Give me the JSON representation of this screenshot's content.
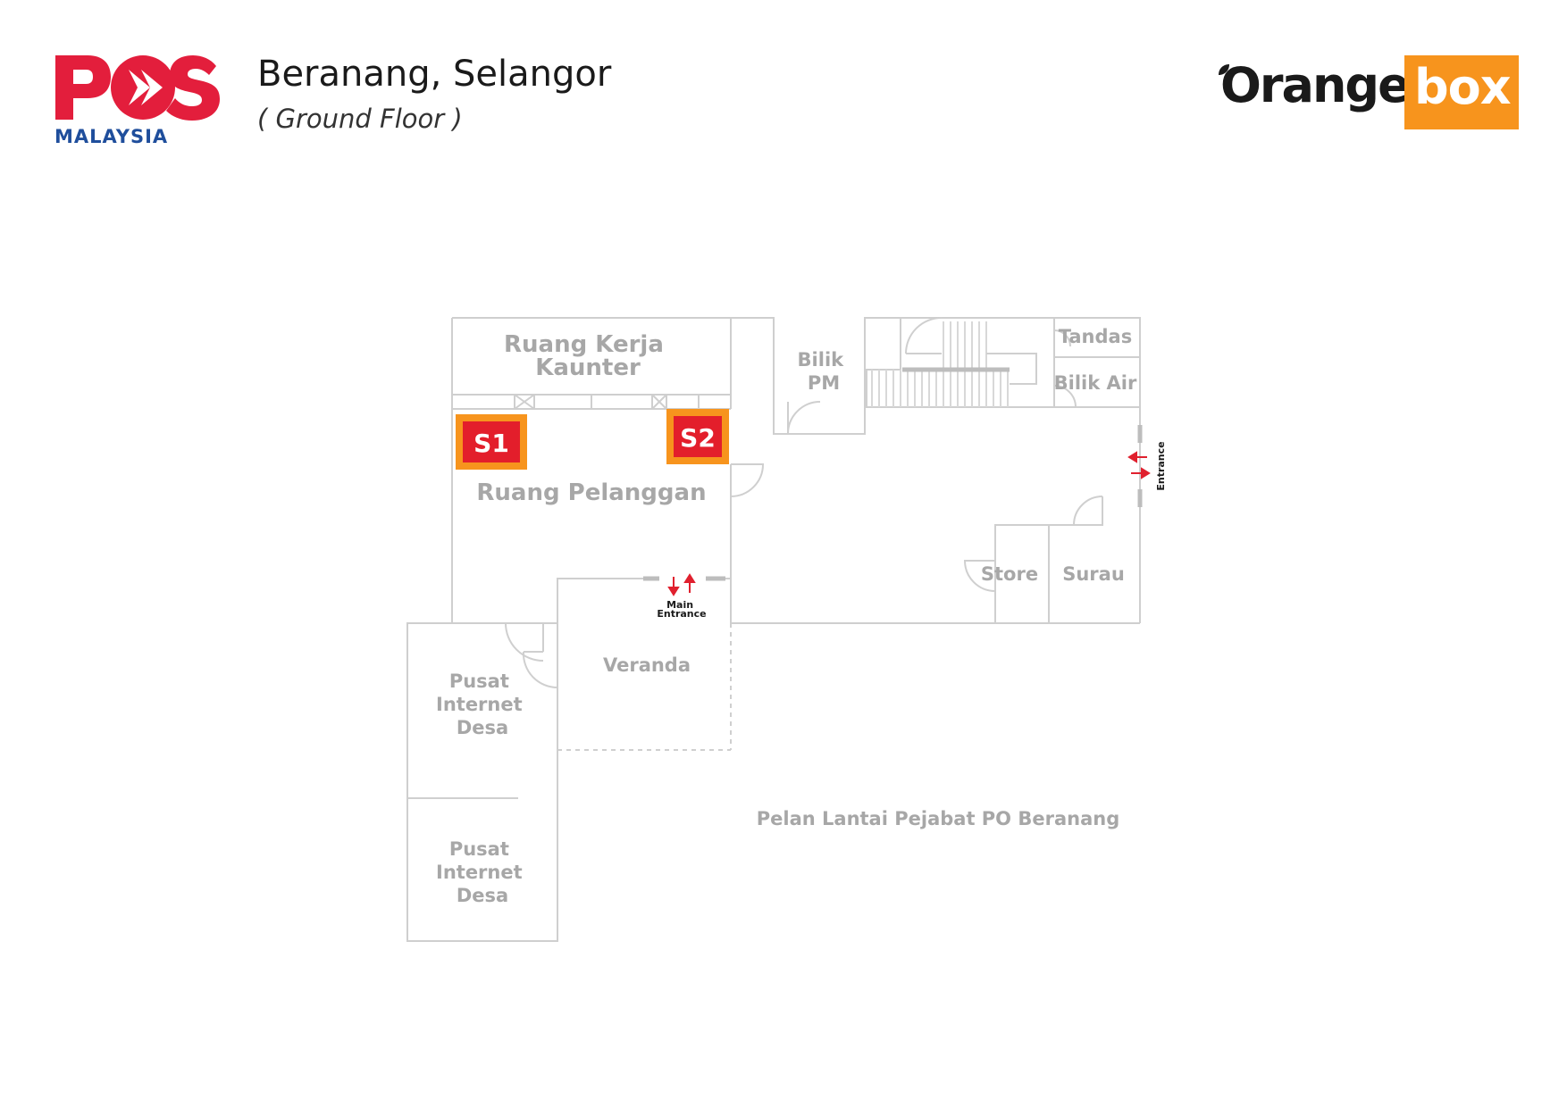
{
  "header": {
    "title": "Beranang, Selangor",
    "subtitle": "( Ground Floor )"
  },
  "logos": {
    "pos_brand": "POS",
    "pos_country": "MALAYSIA",
    "partner_word": "Orange",
    "partner_box": "box"
  },
  "colors": {
    "pos_red": "#e31e3c",
    "pos_blue": "#1f4e9c",
    "orange": "#f7941d",
    "kiosk_red": "#e31e2b",
    "wall_gray": "#cfcfcf",
    "label_gray": "#a7a7a7",
    "arrow_red": "#e0202e"
  },
  "rooms": {
    "counter_work": [
      "Ruang Kerja",
      "Kaunter"
    ],
    "customer_area": "Ruang Pelanggan",
    "manager_room": [
      "Bilik",
      "PM"
    ],
    "toilet": "Tandas",
    "washroom": "Bilik Air",
    "store": "Store",
    "prayer_room": "Surau",
    "veranda": "Veranda",
    "internet_centre_1": [
      "Pusat",
      "Internet",
      "Desa"
    ],
    "internet_centre_2": [
      "Pusat",
      "Internet",
      "Desa"
    ]
  },
  "markers": {
    "kiosk_1": "S1",
    "kiosk_2": "S2"
  },
  "entrances": {
    "main": [
      "Main",
      "Entrance"
    ],
    "side": "Entrance"
  },
  "caption": "Pelan Lantai Pejabat PO Beranang"
}
